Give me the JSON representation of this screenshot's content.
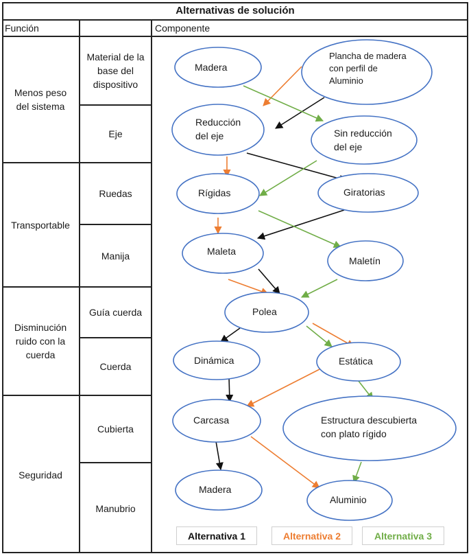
{
  "title": "Alternativas de solución",
  "headers": {
    "funcion": "Función",
    "componente": "Componente"
  },
  "functions": [
    {
      "label": "Menos peso del sistema",
      "lines": [
        "Menos peso",
        "del sistema"
      ]
    },
    {
      "label": "Transportable",
      "lines": [
        "Transportable"
      ]
    },
    {
      "label": "Disminución ruido con la cuerda",
      "lines": [
        "Disminución",
        "ruido con la",
        "cuerda"
      ]
    },
    {
      "label": "Seguridad",
      "lines": [
        "Seguridad"
      ]
    }
  ],
  "subfunctions": [
    {
      "lines": [
        "Material de la",
        "base del",
        "dispositivo"
      ]
    },
    {
      "lines": [
        "Eje"
      ]
    },
    {
      "lines": [
        "Ruedas"
      ]
    },
    {
      "lines": [
        "Manija"
      ]
    },
    {
      "lines": [
        "Guía cuerda"
      ]
    },
    {
      "lines": [
        "Cuerda"
      ]
    },
    {
      "lines": [
        "Cubierta"
      ]
    },
    {
      "lines": [
        "Manubrio"
      ]
    }
  ],
  "nodes": {
    "madera_top": {
      "lines": [
        "Madera"
      ]
    },
    "plancha": {
      "lines": [
        "Plancha de madera",
        "con perfil de",
        "Aluminio"
      ]
    },
    "reduccion": {
      "lines": [
        "Reducción",
        "del eje"
      ]
    },
    "sin_reduccion": {
      "lines": [
        "Sin reducción",
        "del eje"
      ]
    },
    "rigidas": {
      "lines": [
        "Rígidas"
      ]
    },
    "giratorias": {
      "lines": [
        "Giratorias"
      ]
    },
    "maleta": {
      "lines": [
        "Maleta"
      ]
    },
    "maletin": {
      "lines": [
        "Maletín"
      ]
    },
    "polea": {
      "lines": [
        "Polea"
      ]
    },
    "dinamica": {
      "lines": [
        "Dinámica"
      ]
    },
    "estatica": {
      "lines": [
        "Estática"
      ]
    },
    "carcasa": {
      "lines": [
        "Carcasa"
      ]
    },
    "estructura": {
      "lines": [
        "Estructura descubierta",
        "con plato rígido"
      ]
    },
    "madera_bottom": {
      "lines": [
        "Madera"
      ]
    },
    "aluminio": {
      "lines": [
        "Aluminio"
      ]
    }
  },
  "legend": [
    {
      "label": "Alternativa 1",
      "color": "#111111"
    },
    {
      "label": "Alternativa 2",
      "color": "#ed7d31"
    },
    {
      "label": "Alternativa 3",
      "color": "#70ad47"
    }
  ],
  "colors": {
    "ellipse_stroke": "#4472c4",
    "alt1": "#111111",
    "alt2": "#ed7d31",
    "alt3": "#70ad47"
  }
}
